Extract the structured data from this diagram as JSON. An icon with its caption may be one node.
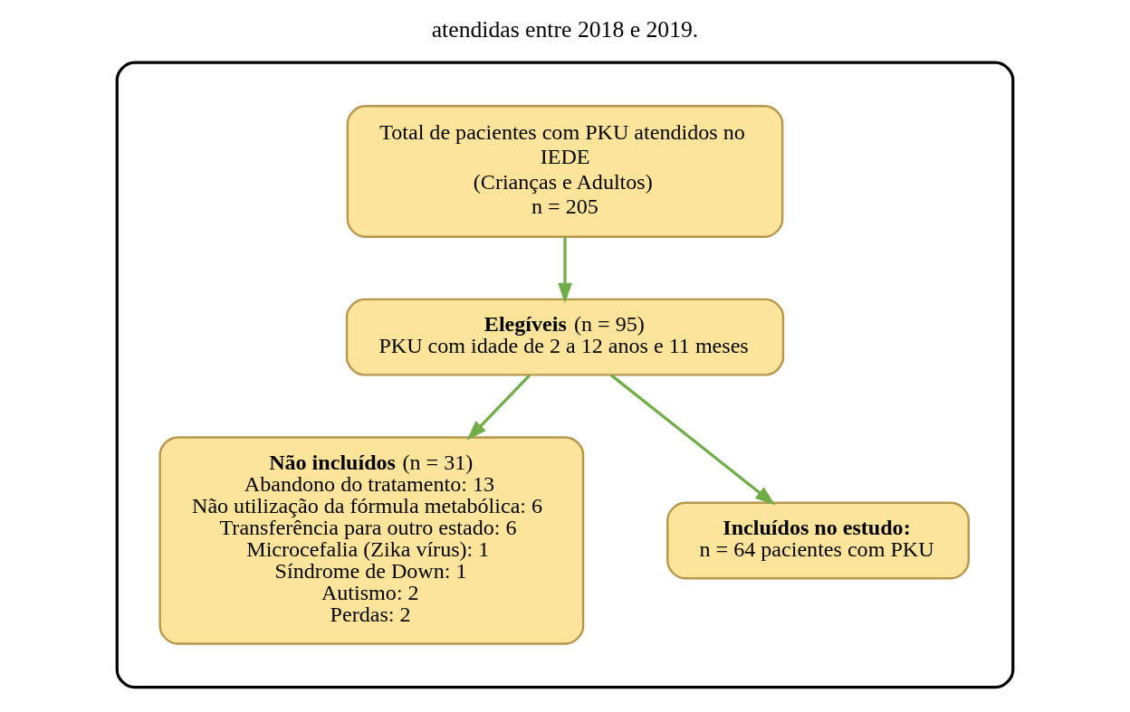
{
  "diagram": {
    "caption": "atendidas entre 2018 e 2019.",
    "nodes": [
      {
        "text": [],
        "shape": "box"
      },
      {
        "text": [
          "Total de pacientes com PKU atendidos no IEDE",
          "(Crianças e Adultos)",
          "n = 205"
        ],
        "in": 0
      },
      {
        "text": [
          "**Elegíveis** (n = 95)",
          "PKU com idade de 2 a 12 anos e 11 meses"
        ],
        "in": 0
      },
      {
        "text": [
          "**Não incluídos** (n = 31)",
          "Abandono do tratamento: 13",
          "Não utilização da fórmula metabólica: 6",
          "Transferência para outro estado: 6",
          "Microcefalia (Zika vírus): 1",
          "Síndrome de Down: 1",
          "Autismo: 2",
          "Perdas: 2"
        ],
        "in": 0
      },
      {
        "text": [
          "**Incluídos no estudo:**",
          "n = 64 pacientes com PKU"
        ],
        "in": 0
      }
    ],
    "edges": [
      {
        "from": 1,
        "to": 2,
        "arrow": "to"
      },
      {
        "from": 2,
        "to": 4,
        "arrow": "to"
      },
      {
        "from": 2,
        "to": 3,
        "arrow": "to"
      }
    ]
  }
}
